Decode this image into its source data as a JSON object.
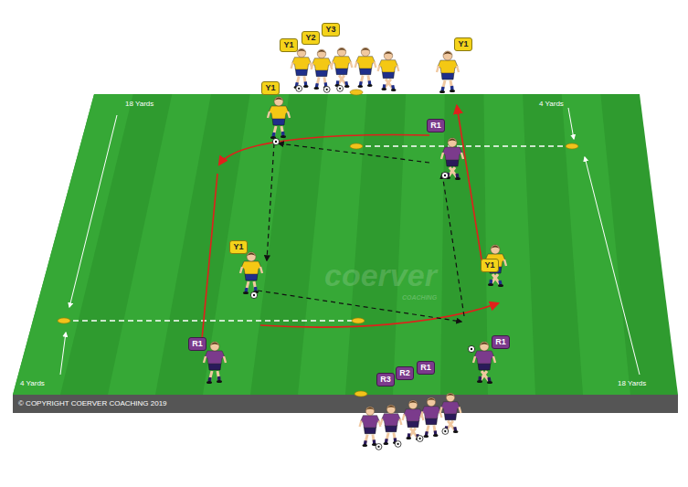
{
  "diagram": {
    "nodes": [
      {
        "text": [
          "Y1"
        ]
      },
      {
        "text": [
          "Y2"
        ]
      },
      {
        "text": [
          "Y3"
        ]
      },
      {
        "text": [
          "Y1"
        ]
      },
      {
        "text": [
          "Y1"
        ]
      },
      {
        "text": [
          "R1"
        ]
      },
      {
        "text": [
          "Y1"
        ]
      },
      {
        "text": [
          "Y1"
        ]
      },
      {
        "text": [
          "R1"
        ]
      },
      {
        "text": [
          "R1"
        ]
      },
      {
        "text": [
          "R3"
        ]
      },
      {
        "text": [
          "R2"
        ]
      },
      {
        "text": [
          "R1"
        ]
      }
    ],
    "edges": [],
    "labels": [
      "18 Yards",
      "4 Yards",
      "4 Yards",
      "18 Yards",
      "© COPYRIGHT COERVER COACHING 2019",
      "coerver",
      "COACHING"
    ]
  }
}
